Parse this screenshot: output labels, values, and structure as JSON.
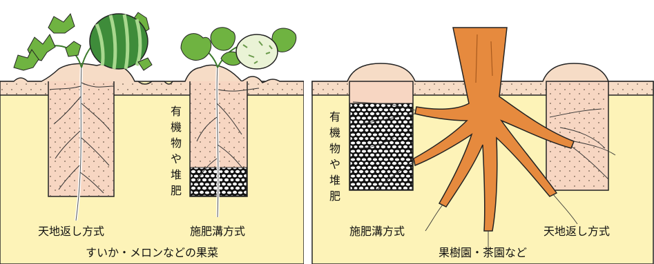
{
  "left_panel": {
    "vertical_label": "有機物や堆肥",
    "method_label_1": "天地返し方式",
    "method_label_2": "施肥溝方式",
    "caption": "すいか・メロンなどの果菜"
  },
  "right_panel": {
    "vertical_label": "有機物や堆肥",
    "method_label_1": "施肥溝方式",
    "method_label_2": "天地返し方式",
    "caption": "果樹園・茶園など"
  },
  "colors": {
    "soil": "#fdf3b8",
    "topsoil": "#f6dcc6",
    "trench": "#f7d6c2",
    "leaf": "#6fb341",
    "melon_green": "#3e8c3a",
    "trunk": "#e68a3e"
  }
}
